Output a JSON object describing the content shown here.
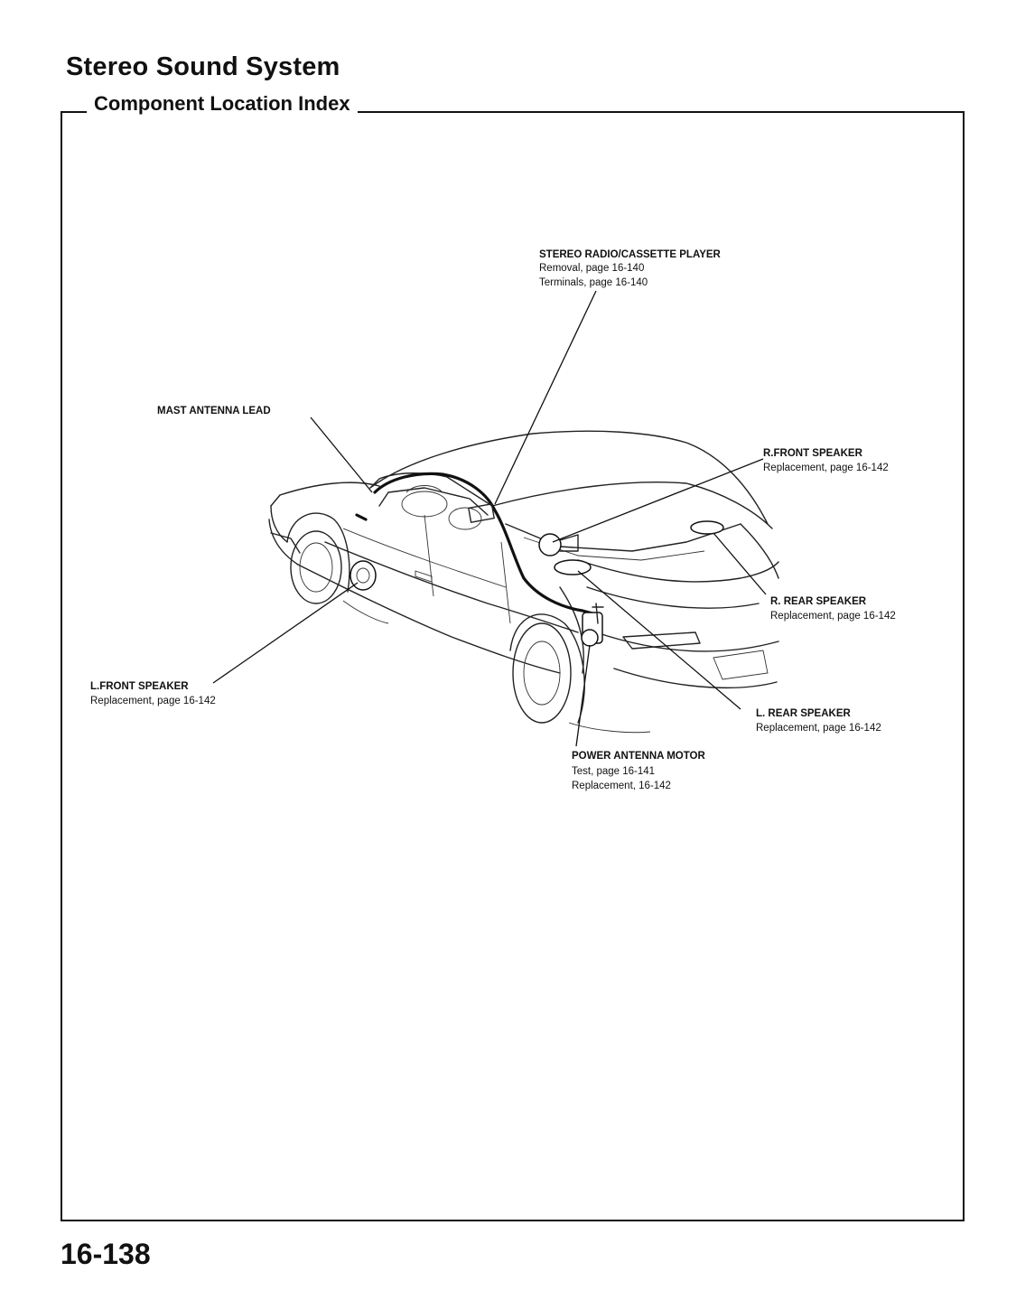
{
  "page": {
    "title": "Stereo Sound System",
    "subtitle": "Component Location Index",
    "page_number": "16-138"
  },
  "callouts": {
    "stereo_radio": {
      "name": "STEREO RADIO/CASSETTE PLAYER",
      "lines": [
        "Removal, page 16-140",
        "Terminals, page 16-140"
      ]
    },
    "mast_antenna": {
      "name": "MAST ANTENNA LEAD",
      "lines": []
    },
    "r_front_speaker": {
      "name": "R.FRONT SPEAKER",
      "lines": [
        "Replacement, page 16-142"
      ]
    },
    "r_rear_speaker": {
      "name": "R. REAR SPEAKER",
      "lines": [
        "Replacement, page 16-142"
      ]
    },
    "l_front_speaker": {
      "name": "L.FRONT SPEAKER",
      "lines": [
        "Replacement, page 16-142"
      ]
    },
    "l_rear_speaker": {
      "name": "L. REAR SPEAKER",
      "lines": [
        "Replacement, page 16-142"
      ]
    },
    "power_antenna": {
      "name": "POWER ANTENNA MOTOR",
      "lines": [
        "Test, page 16-141",
        "Replacement, 16-142"
      ]
    }
  }
}
